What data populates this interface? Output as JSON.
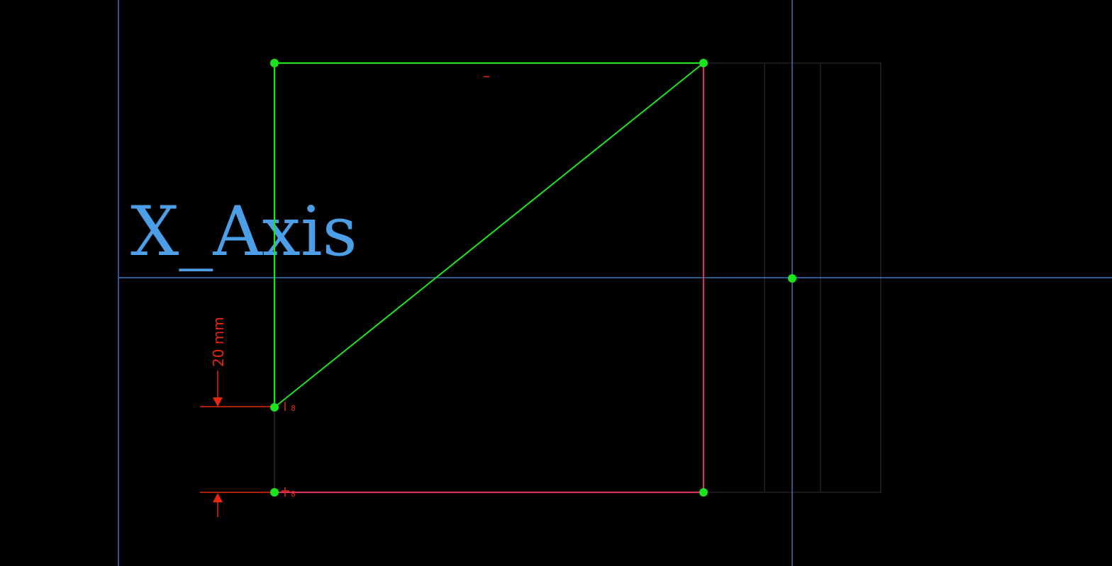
{
  "colors": {
    "background": "#000000",
    "axis": "#4a90e2",
    "axis_label": "#4c9fe6",
    "constrained_geometry": "#1de31d",
    "unconstrained_geometry": "#d7325e",
    "dimension": "#e8260e",
    "construction": "#2a2a2a",
    "vertex": "#1de31d"
  },
  "axis_label": {
    "text": "X_Axis"
  },
  "dimension": {
    "vertical_distance": "20 mm"
  },
  "constraints": {
    "top_line_marker": "–",
    "vertex_a_marker": "8",
    "vertex_b_marker": "8"
  },
  "icons": {
    "dimension_arrow": "arrow-icon",
    "vertex": "point-icon"
  }
}
